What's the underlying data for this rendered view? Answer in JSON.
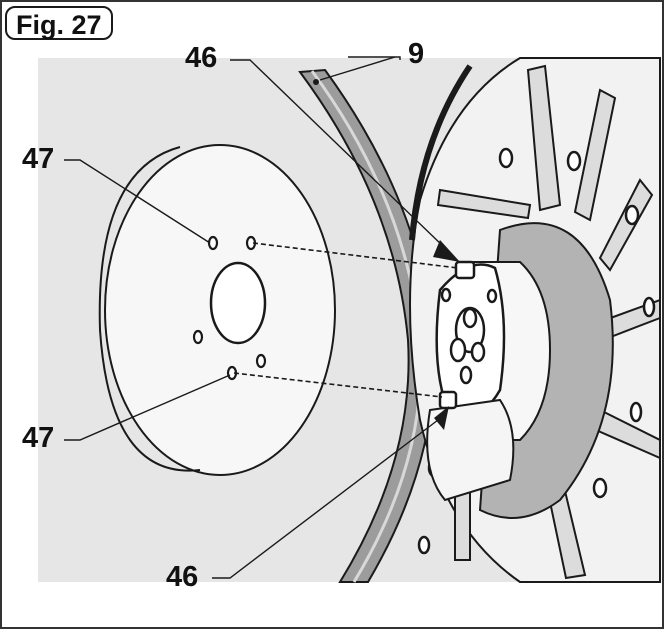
{
  "figure": {
    "label": "Fig. 27",
    "callouts": {
      "top_left_46": "46",
      "top_9": "9",
      "left_upper_47": "47",
      "left_lower_47": "47",
      "bottom_46": "46"
    }
  },
  "colors": {
    "background": "#e6e6e6",
    "frame": "#333333",
    "line": "#1a1a1a",
    "shade": "#b3b3b3",
    "text": "#111111"
  }
}
